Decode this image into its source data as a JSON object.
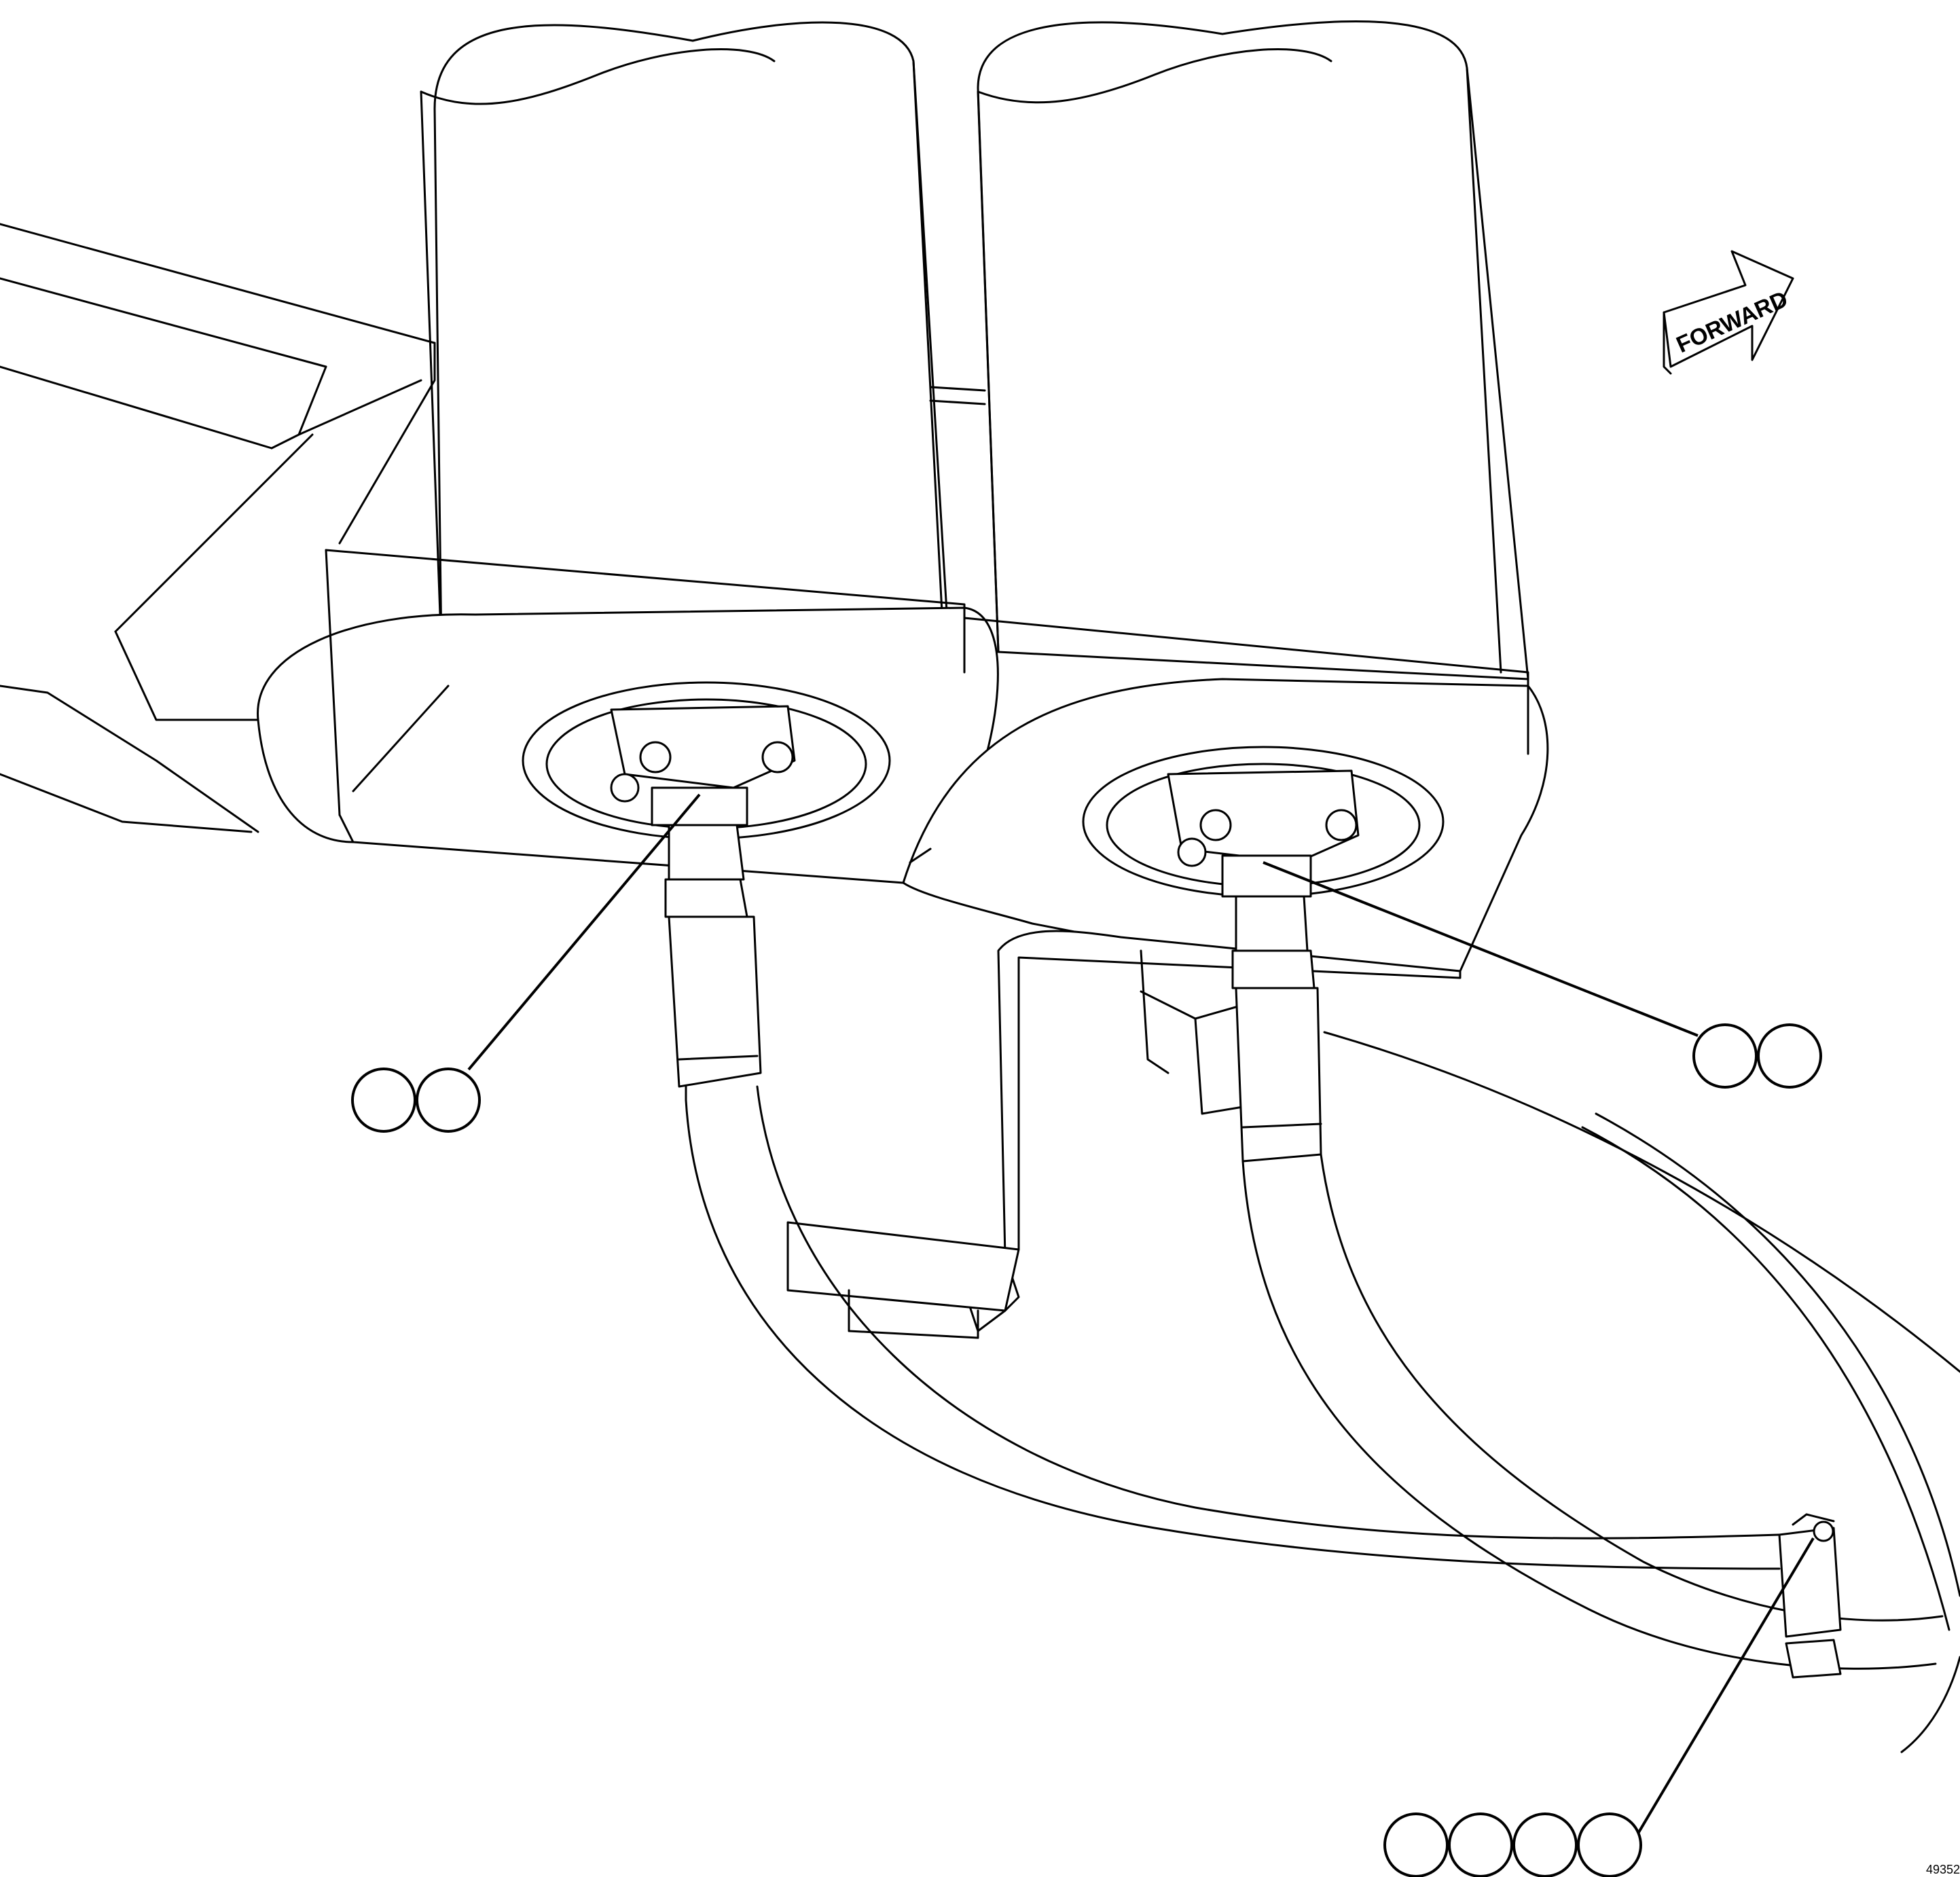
{
  "figure": {
    "direction_label": "FORWARD",
    "figure_number": "49352"
  },
  "callouts": [
    {
      "name": "callout-left-motor-fitting",
      "bubbles": 2
    },
    {
      "name": "callout-right-motor-fitting",
      "bubbles": 2
    },
    {
      "name": "callout-hose-clamp",
      "bubbles": 4
    }
  ],
  "colors": {
    "line": "#000000",
    "background": "#ffffff"
  }
}
